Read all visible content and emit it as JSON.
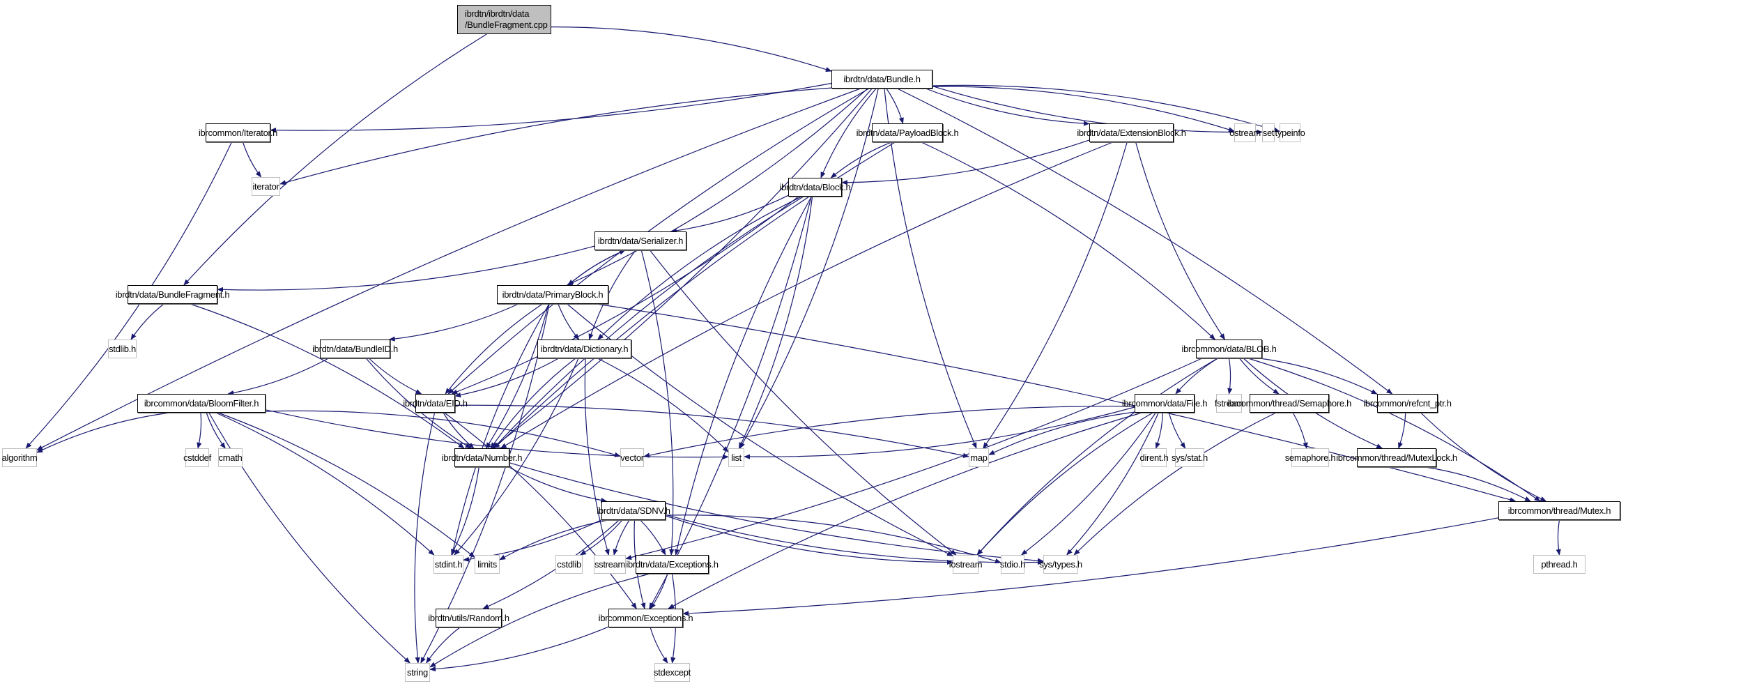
{
  "diagram": {
    "title": "Include dependency graph for BundleFragment.cpp",
    "colors": {
      "edge": "#191970",
      "root_fill": "#bfbfbf",
      "internal_border": "#000000",
      "system_border": "#bfbfbf"
    },
    "nodes": [
      {
        "id": "bfcpp",
        "label_lines": [
          "ibrdtn/ibrdtn/data",
          "/BundleFragment.cpp"
        ],
        "kind": "root"
      },
      {
        "id": "bundle",
        "label": "ibrdtn/data/Bundle.h",
        "kind": "internal"
      },
      {
        "id": "iterh",
        "label": "ibrcommon/Iterator.h",
        "kind": "internal"
      },
      {
        "id": "iterator",
        "label": "iterator",
        "kind": "system"
      },
      {
        "id": "payload",
        "label": "ibrdtn/data/PayloadBlock.h",
        "kind": "internal"
      },
      {
        "id": "extension",
        "label": "ibrdtn/data/ExtensionBlock.h",
        "kind": "internal"
      },
      {
        "id": "ostream",
        "label": "ostream",
        "kind": "system"
      },
      {
        "id": "set",
        "label": "set",
        "kind": "system"
      },
      {
        "id": "typeinfo",
        "label": "typeinfo",
        "kind": "system"
      },
      {
        "id": "block",
        "label": "ibrdtn/data/Block.h",
        "kind": "internal"
      },
      {
        "id": "serializer",
        "label": "ibrdtn/data/Serializer.h",
        "kind": "internal"
      },
      {
        "id": "bfh",
        "label": "ibrdtn/data/BundleFragment.h",
        "kind": "internal"
      },
      {
        "id": "primary",
        "label": "ibrdtn/data/PrimaryBlock.h",
        "kind": "internal"
      },
      {
        "id": "stdlib",
        "label": "stdlib.h",
        "kind": "system"
      },
      {
        "id": "bundleid",
        "label": "ibrdtn/data/BundleID.h",
        "kind": "internal"
      },
      {
        "id": "dictionary",
        "label": "ibrdtn/data/Dictionary.h",
        "kind": "internal"
      },
      {
        "id": "blob",
        "label": "ibrcommon/data/BLOB.h",
        "kind": "internal"
      },
      {
        "id": "bloom",
        "label": "ibrcommon/data/BloomFilter.h",
        "kind": "internal"
      },
      {
        "id": "eid",
        "label": "ibrdtn/data/EID.h",
        "kind": "internal"
      },
      {
        "id": "file",
        "label": "ibrcommon/data/File.h",
        "kind": "internal"
      },
      {
        "id": "fstream",
        "label": "fstream",
        "kind": "system"
      },
      {
        "id": "semaphoreh",
        "label": "ibrcommon/thread/Semaphore.h",
        "kind": "internal"
      },
      {
        "id": "refcnt",
        "label": "ibrcommon/refcnt_ptr.h",
        "kind": "internal"
      },
      {
        "id": "algorithm",
        "label": "algorithm",
        "kind": "system"
      },
      {
        "id": "cstddef",
        "label": "cstddef",
        "kind": "system"
      },
      {
        "id": "cmath",
        "label": "cmath",
        "kind": "system"
      },
      {
        "id": "number",
        "label": "ibrdtn/data/Number.h",
        "kind": "internal"
      },
      {
        "id": "vector",
        "label": "vector",
        "kind": "system"
      },
      {
        "id": "list",
        "label": "list",
        "kind": "system"
      },
      {
        "id": "map",
        "label": "map",
        "kind": "system"
      },
      {
        "id": "dirent",
        "label": "dirent.h",
        "kind": "system"
      },
      {
        "id": "sysstat",
        "label": "sys/stat.h",
        "kind": "system"
      },
      {
        "id": "semaphore",
        "label": "semaphore.h",
        "kind": "system"
      },
      {
        "id": "mutexlock",
        "label": "ibrcommon/thread/MutexLock.h",
        "kind": "internal"
      },
      {
        "id": "sdnv",
        "label": "ibrdtn/data/SDNV.h",
        "kind": "internal"
      },
      {
        "id": "stdint",
        "label": "stdint.h",
        "kind": "system"
      },
      {
        "id": "limits",
        "label": "limits",
        "kind": "system"
      },
      {
        "id": "cstdlib",
        "label": "cstdlib",
        "kind": "system"
      },
      {
        "id": "sstream",
        "label": "sstream",
        "kind": "system"
      },
      {
        "id": "dtnexc",
        "label": "ibrdtn/data/Exceptions.h",
        "kind": "internal"
      },
      {
        "id": "iostream",
        "label": "iostream",
        "kind": "system"
      },
      {
        "id": "stdio",
        "label": "stdio.h",
        "kind": "system"
      },
      {
        "id": "systypes",
        "label": "sys/types.h",
        "kind": "system"
      },
      {
        "id": "mutex",
        "label": "ibrcommon/thread/Mutex.h",
        "kind": "internal"
      },
      {
        "id": "pthread",
        "label": "pthread.h",
        "kind": "system"
      },
      {
        "id": "random",
        "label": "ibrdtn/utils/Random.h",
        "kind": "internal"
      },
      {
        "id": "comexc",
        "label": "ibrcommon/Exceptions.h",
        "kind": "internal"
      },
      {
        "id": "string",
        "label": "string",
        "kind": "system"
      },
      {
        "id": "stdexcept",
        "label": "stdexcept",
        "kind": "system"
      }
    ],
    "edges": [
      [
        "bfcpp",
        "bundle"
      ],
      [
        "bfcpp",
        "bfh"
      ],
      [
        "bundle",
        "iterh"
      ],
      [
        "bundle",
        "iterator"
      ],
      [
        "bundle",
        "payload"
      ],
      [
        "bundle",
        "extension"
      ],
      [
        "bundle",
        "ostream"
      ],
      [
        "bundle",
        "set"
      ],
      [
        "bundle",
        "typeinfo"
      ],
      [
        "bundle",
        "block"
      ],
      [
        "bundle",
        "primary"
      ],
      [
        "bundle",
        "eid"
      ],
      [
        "bundle",
        "number"
      ],
      [
        "bundle",
        "algorithm"
      ],
      [
        "bundle",
        "list"
      ],
      [
        "bundle",
        "map"
      ],
      [
        "bundle",
        "refcnt"
      ],
      [
        "iterh",
        "iterator"
      ],
      [
        "iterh",
        "algorithm"
      ],
      [
        "payload",
        "block"
      ],
      [
        "payload",
        "blob"
      ],
      [
        "payload",
        "number"
      ],
      [
        "extension",
        "block"
      ],
      [
        "extension",
        "blob"
      ],
      [
        "extension",
        "map"
      ],
      [
        "extension",
        "number"
      ],
      [
        "block",
        "serializer"
      ],
      [
        "block",
        "dictionary"
      ],
      [
        "block",
        "eid"
      ],
      [
        "block",
        "number"
      ],
      [
        "block",
        "list"
      ],
      [
        "block",
        "dtnexc"
      ],
      [
        "block",
        "comexc"
      ],
      [
        "serializer",
        "primary"
      ],
      [
        "serializer",
        "bfh"
      ],
      [
        "serializer",
        "dictionary"
      ],
      [
        "serializer",
        "dtnexc"
      ],
      [
        "serializer",
        "iostream"
      ],
      [
        "primary",
        "serializer"
      ],
      [
        "primary",
        "dictionary"
      ],
      [
        "primary",
        "bundleid"
      ],
      [
        "primary",
        "eid"
      ],
      [
        "primary",
        "number"
      ],
      [
        "primary",
        "stdint"
      ],
      [
        "primary",
        "string"
      ],
      [
        "primary",
        "iostream"
      ],
      [
        "primary",
        "mutex"
      ],
      [
        "bfh",
        "stdlib"
      ],
      [
        "bfh",
        "number"
      ],
      [
        "bundleid",
        "eid"
      ],
      [
        "bundleid",
        "bloom"
      ],
      [
        "bundleid",
        "number"
      ],
      [
        "dictionary",
        "eid"
      ],
      [
        "dictionary",
        "number"
      ],
      [
        "dictionary",
        "list"
      ],
      [
        "dictionary",
        "sstream"
      ],
      [
        "dictionary",
        "stdint"
      ],
      [
        "bloom",
        "algorithm"
      ],
      [
        "bloom",
        "cstddef"
      ],
      [
        "bloom",
        "cmath"
      ],
      [
        "bloom",
        "vector"
      ],
      [
        "bloom",
        "list"
      ],
      [
        "bloom",
        "limits"
      ],
      [
        "bloom",
        "string"
      ],
      [
        "bloom",
        "stdint"
      ],
      [
        "eid",
        "number"
      ],
      [
        "eid",
        "map"
      ],
      [
        "eid",
        "string"
      ],
      [
        "eid",
        "comexc"
      ],
      [
        "blob",
        "file"
      ],
      [
        "blob",
        "fstream"
      ],
      [
        "blob",
        "semaphoreh"
      ],
      [
        "blob",
        "refcnt"
      ],
      [
        "blob",
        "mutexlock"
      ],
      [
        "blob",
        "mutex"
      ],
      [
        "blob",
        "iostream"
      ],
      [
        "blob",
        "sstream"
      ],
      [
        "file",
        "vector"
      ],
      [
        "file",
        "list"
      ],
      [
        "file",
        "map"
      ],
      [
        "file",
        "dirent"
      ],
      [
        "file",
        "sysstat"
      ],
      [
        "file",
        "systypes"
      ],
      [
        "file",
        "iostream"
      ],
      [
        "file",
        "stdio"
      ],
      [
        "file",
        "comexc"
      ],
      [
        "semaphoreh",
        "semaphore"
      ],
      [
        "semaphoreh",
        "systypes"
      ],
      [
        "refcnt",
        "mutexlock"
      ],
      [
        "refcnt",
        "mutex"
      ],
      [
        "mutexlock",
        "mutex"
      ],
      [
        "number",
        "sdnv"
      ],
      [
        "number",
        "stdint"
      ],
      [
        "number",
        "systypes"
      ],
      [
        "sdnv",
        "stdint"
      ],
      [
        "sdnv",
        "limits"
      ],
      [
        "sdnv",
        "cstdlib"
      ],
      [
        "sdnv",
        "sstream"
      ],
      [
        "sdnv",
        "dtnexc"
      ],
      [
        "sdnv",
        "iostream"
      ],
      [
        "sdnv",
        "stdio"
      ],
      [
        "sdnv",
        "systypes"
      ],
      [
        "sdnv",
        "random"
      ],
      [
        "sdnv",
        "comexc"
      ],
      [
        "dtnexc",
        "comexc"
      ],
      [
        "dtnexc",
        "string"
      ],
      [
        "dtnexc",
        "stdexcept"
      ],
      [
        "mutex",
        "pthread"
      ],
      [
        "mutex",
        "comexc"
      ],
      [
        "random",
        "string"
      ],
      [
        "comexc",
        "string"
      ],
      [
        "comexc",
        "stdexcept"
      ]
    ]
  }
}
